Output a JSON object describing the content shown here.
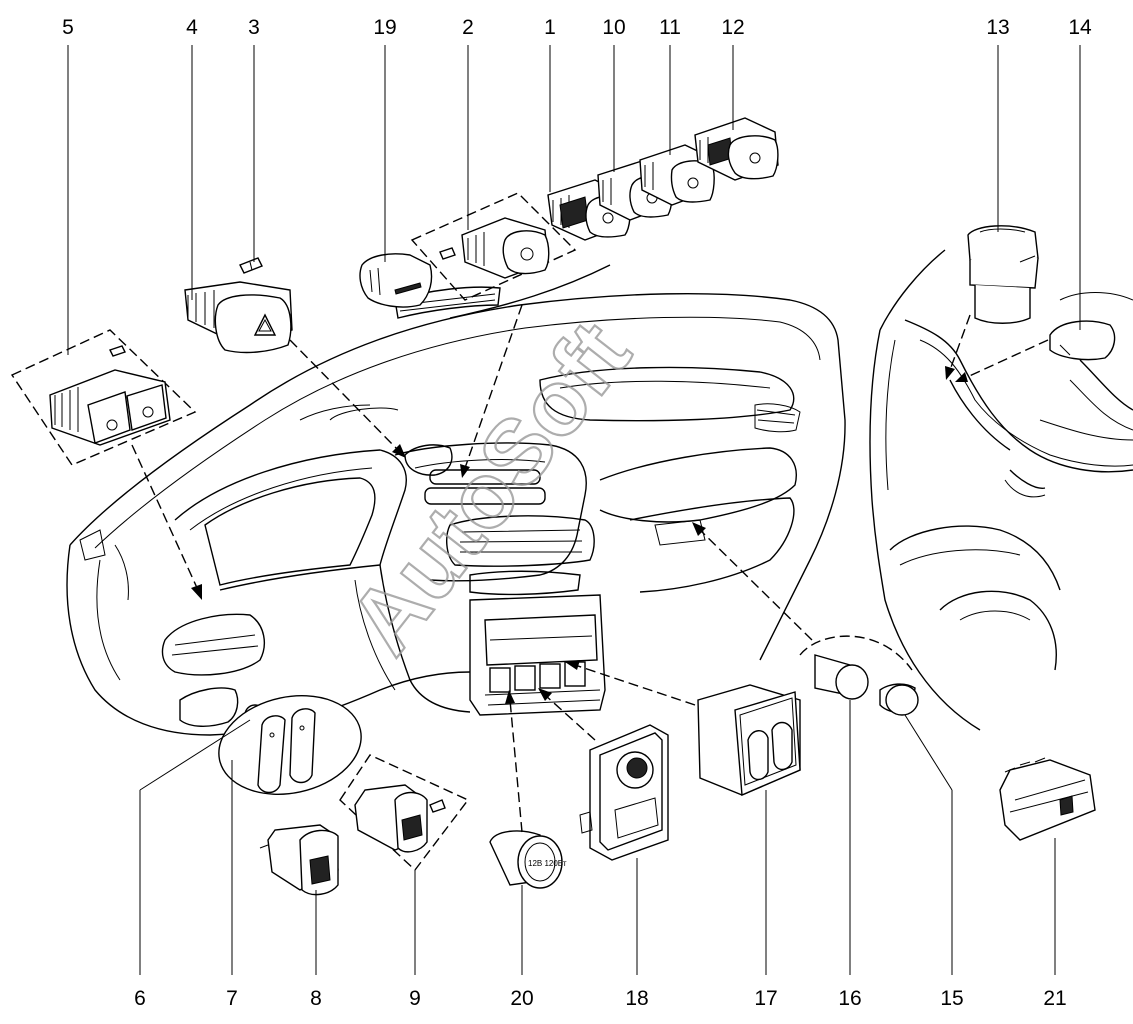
{
  "watermark": "AutoSoft",
  "callouts": {
    "c1": "1",
    "c2": "2",
    "c3": "3",
    "c4": "4",
    "c5": "5",
    "c6": "6",
    "c7": "7",
    "c8": "8",
    "c9": "9",
    "c10": "10",
    "c11": "11",
    "c12": "12",
    "c13": "13",
    "c14": "14",
    "c15": "15",
    "c16": "16",
    "c17": "17",
    "c18": "18",
    "c19": "19",
    "c20": "20",
    "c21": "21"
  },
  "socket_label": "12В 120Вт"
}
